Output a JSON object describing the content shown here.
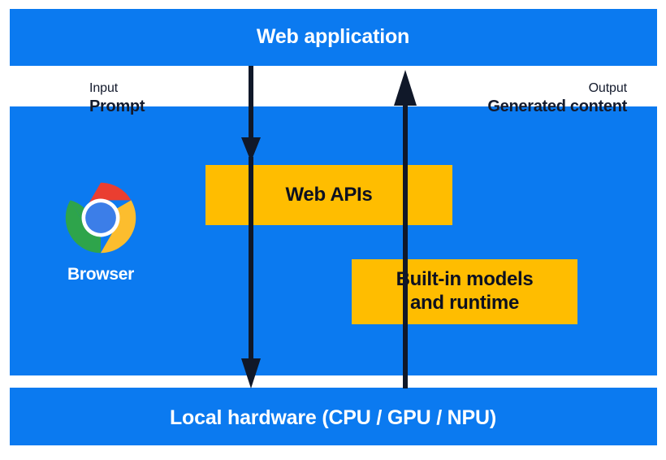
{
  "diagram": {
    "title": "Built-in AI architecture",
    "colors": {
      "blue": "#0B7AF0",
      "yellow": "#FFBD00",
      "arrow_dark": "#101829",
      "text_light": "#FFFFFF",
      "text_dark": "#0C1020"
    },
    "bands": [
      {
        "id": "web-application",
        "label": "Web application"
      },
      {
        "id": "browser",
        "label": "Browser"
      },
      {
        "id": "local-hardware",
        "label": "Local hardware (CPU / GPU / NPU)"
      }
    ],
    "annotations": [
      {
        "id": "input",
        "kind_label": "Input",
        "value_label": "Prompt"
      },
      {
        "id": "output",
        "kind_label": "Output",
        "value_label": "Generated content"
      }
    ],
    "boxes": [
      {
        "id": "web-apis",
        "label": "Web APIs"
      },
      {
        "id": "builtin-models",
        "line1": "Built-in models",
        "line2": "and runtime"
      }
    ],
    "arrows": [
      {
        "id": "input-arrow",
        "direction": "down",
        "from": "Web application",
        "to": "Local hardware (CPU / GPU / NPU)"
      },
      {
        "id": "output-arrow",
        "direction": "up",
        "from": "Local hardware (CPU / GPU / NPU)",
        "to": "Web application"
      }
    ],
    "logo": {
      "id": "chrome-logo",
      "name": "chrome-logo-icon",
      "caption": "Browser",
      "colors": {
        "red": "#EA3E30",
        "yellow": "#FCBD2E",
        "green": "#2EA44B",
        "blue": "#3C7EE8",
        "ring": "#FFFFFF"
      }
    }
  }
}
